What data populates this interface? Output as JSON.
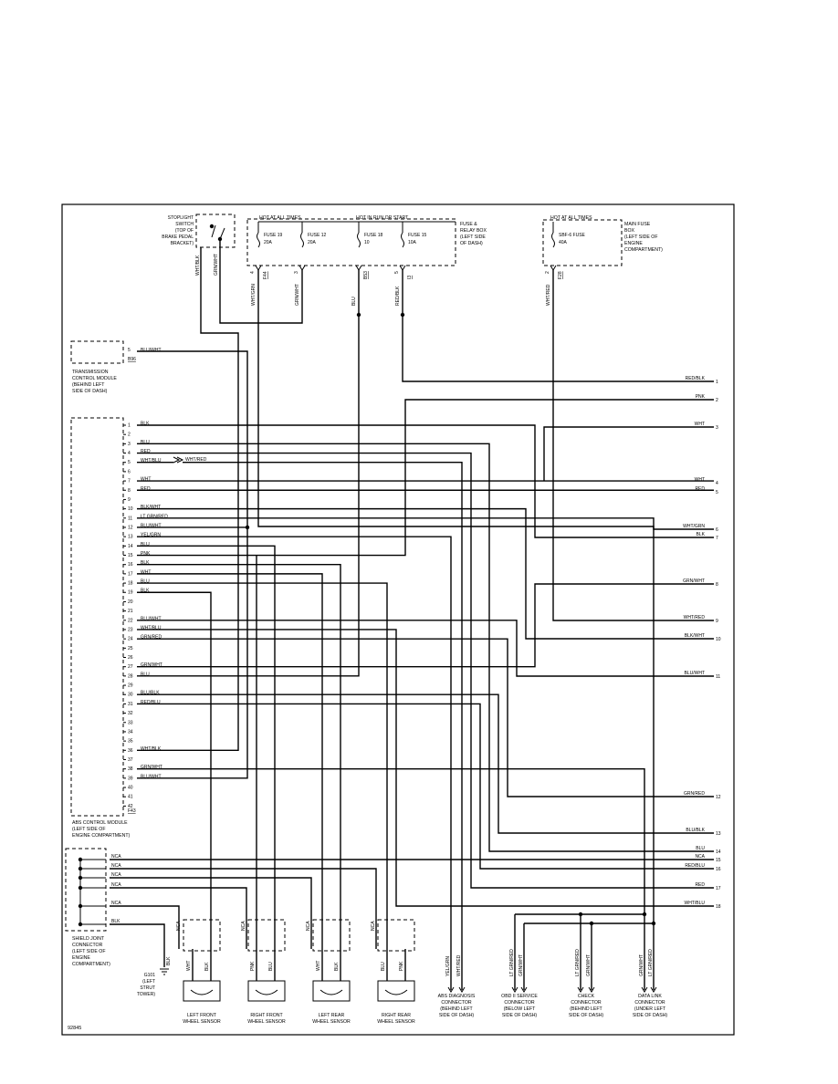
{
  "diagram_id": "92845",
  "power": {
    "hot_at_all_times_left": "HOT AT ALL TIMES",
    "hot_in_run_or_start": "HOT IN RUN OR START",
    "hot_at_all_times_right": "HOT AT ALL TIMES",
    "fuses": [
      {
        "name": "FUSE 19",
        "rating": "20A"
      },
      {
        "name": "FUSE 12",
        "rating": "20A"
      },
      {
        "name": "FUSE 18",
        "rating": "10"
      },
      {
        "name": "FUSE 15",
        "rating": "10A"
      }
    ],
    "fuse_box_label": [
      "FUSE &",
      "RELAY BOX",
      "(LEFT SIDE",
      "OF DASH)"
    ],
    "main_fuse": {
      "name": "SBF-6 FUSE",
      "rating": "40A"
    },
    "main_fuse_box_label": [
      "MAIN FUSE",
      "BOX",
      "(LEFT SIDE OF",
      "ENGINE",
      "COMPARTMENT)"
    ],
    "fuse_pins": [
      {
        "pin": "4",
        "conn": "F44",
        "wire": "WHT/GRN"
      },
      {
        "pin": "3",
        "conn": "",
        "wire": "GRN/WHT"
      },
      {
        "pin": "",
        "conn": "B53",
        "wire": "BLU"
      },
      {
        "pin": "5",
        "conn": "I3",
        "wire": "RED/BLK"
      }
    ],
    "main_fuse_pin": {
      "pin": "2",
      "conn": "F28",
      "wire": "WHT/RED"
    }
  },
  "stoplight_switch": {
    "label": [
      "STOPLIGHT",
      "SWITCH",
      "(TOP OF",
      "BRAKE PEDAL",
      "BRACKET)"
    ],
    "wires": [
      "WHT/BLK",
      "GRN/WHT"
    ]
  },
  "tcm": {
    "label": [
      "TRANSMISSION",
      "CONTROL MODULE",
      "(BEHIND LEFT",
      "SIDE OF DASH)"
    ],
    "pin": "5",
    "wire": "BLU/WHT",
    "conn": "B96"
  },
  "abs_module": {
    "label": [
      "ABS CONTROL MODULE",
      "(LEFT SIDE OF",
      "ENGINE COMPARTMENT)"
    ],
    "conn": "F43",
    "pins": [
      {
        "n": "1",
        "w": "BLK"
      },
      {
        "n": "2",
        "w": ""
      },
      {
        "n": "3",
        "w": "BLU"
      },
      {
        "n": "4",
        "w": "RED"
      },
      {
        "n": "5",
        "w": "WHT/BLU"
      },
      {
        "n": "6",
        "w": ""
      },
      {
        "n": "7",
        "w": "WHT"
      },
      {
        "n": "8",
        "w": "RED"
      },
      {
        "n": "9",
        "w": ""
      },
      {
        "n": "10",
        "w": "BLK/WHT"
      },
      {
        "n": "11",
        "w": "LT GRN/RED"
      },
      {
        "n": "12",
        "w": "BLU/WHT"
      },
      {
        "n": "13",
        "w": "YEL/GRN"
      },
      {
        "n": "14",
        "w": "BLU"
      },
      {
        "n": "15",
        "w": "PNK"
      },
      {
        "n": "16",
        "w": "BLK"
      },
      {
        "n": "17",
        "w": "WHT"
      },
      {
        "n": "18",
        "w": "BLU"
      },
      {
        "n": "19",
        "w": "BLK"
      },
      {
        "n": "20",
        "w": ""
      },
      {
        "n": "21",
        "w": ""
      },
      {
        "n": "22",
        "w": "BLU/WHT"
      },
      {
        "n": "23",
        "w": "WHT/BLU"
      },
      {
        "n": "24",
        "w": "GRN/RED"
      },
      {
        "n": "25",
        "w": ""
      },
      {
        "n": "26",
        "w": ""
      },
      {
        "n": "27",
        "w": "GRN/WHT"
      },
      {
        "n": "28",
        "w": "BLU"
      },
      {
        "n": "29",
        "w": ""
      },
      {
        "n": "30",
        "w": "BLU/BLK"
      },
      {
        "n": "31",
        "w": "RED/BLU"
      },
      {
        "n": "32",
        "w": ""
      },
      {
        "n": "33",
        "w": ""
      },
      {
        "n": "34",
        "w": ""
      },
      {
        "n": "35",
        "w": ""
      },
      {
        "n": "36",
        "w": "WHT/BLK"
      },
      {
        "n": "37",
        "w": ""
      },
      {
        "n": "38",
        "w": "GRN/WHT"
      },
      {
        "n": "39",
        "w": "BLU/WHT"
      },
      {
        "n": "40",
        "w": ""
      },
      {
        "n": "41",
        "w": ""
      },
      {
        "n": "42",
        "w": ""
      }
    ],
    "pin5_splice_wire": "WHT/RED"
  },
  "right_terminals": [
    {
      "n": "1",
      "w": "RED/BLK"
    },
    {
      "n": "2",
      "w": "PNK"
    },
    {
      "n": "3",
      "w": "WHT"
    },
    {
      "n": "4",
      "w": "WHT"
    },
    {
      "n": "5",
      "w": "RED"
    },
    {
      "n": "6",
      "w": "WHT/GRN"
    },
    {
      "n": "7",
      "w": "BLK"
    },
    {
      "n": "8",
      "w": "GRN/WHT"
    },
    {
      "n": "9",
      "w": "WHT/RED"
    },
    {
      "n": "10",
      "w": "BLK/WHT"
    },
    {
      "n": "11",
      "w": "BLU/WHT"
    },
    {
      "n": "12",
      "w": "GRN/RED"
    },
    {
      "n": "13",
      "w": "BLU/BLK"
    },
    {
      "n": "14",
      "w": "BLU"
    },
    {
      "n": "15",
      "w": "NCA"
    },
    {
      "n": "16",
      "w": "RED/BLU"
    },
    {
      "n": "17",
      "w": "RED"
    },
    {
      "n": "18",
      "w": "WHT/BLU"
    }
  ],
  "shield_joint": {
    "label": [
      "SHIELD JOINT",
      "CONNECTOR",
      "(LEFT SIDE OF",
      "ENGINE",
      "COMPARTMENT)"
    ],
    "wires": [
      "NCA",
      "NCA",
      "NCA",
      "NCA",
      "NCA",
      "BLK"
    ]
  },
  "ground": {
    "id": "G101",
    "label": [
      "(LEFT",
      "STRUT",
      "TOWER)"
    ],
    "wire": "BLK"
  },
  "sensors": [
    {
      "label": [
        "LEFT FRONT",
        "WHEEL SENSOR"
      ],
      "wires": [
        "WHT",
        "BLK"
      ],
      "shield": "NCA"
    },
    {
      "label": [
        "RIGHT FRONT",
        "WHEEL SENSOR"
      ],
      "wires": [
        "PNK",
        "BLU"
      ],
      "shield": "NCA"
    },
    {
      "label": [
        "LEFT REAR",
        "WHEEL SENSOR"
      ],
      "wires": [
        "WHT",
        "BLK"
      ],
      "shield": "NCA"
    },
    {
      "label": [
        "RIGHT REAR",
        "WHEEL SENSOR"
      ],
      "wires": [
        "BLU",
        "PNK"
      ],
      "shield": "NCA"
    }
  ],
  "bottom_connectors": [
    {
      "label": [
        "ABS DIAGNOSIS",
        "CONNECTOR",
        "(BEHIND LEFT",
        "SIDE OF DASH)"
      ],
      "wires": [
        "YEL/GRN",
        "WHT/RED"
      ]
    },
    {
      "label": [
        "OBD II SERVICE",
        "CONNECTOR",
        "(BELOW LEFT",
        "SIDE OF DASH)"
      ],
      "wires": [
        "LT GRN/RED",
        "GRN/WHT"
      ]
    },
    {
      "label": [
        "CHECK",
        "CONNECTOR",
        "(BEHIND LEFT",
        "SIDE OF DASH)"
      ],
      "wires": [
        "LT GRN/RED",
        "GRN/WHT"
      ]
    },
    {
      "label": [
        "DATA LINK",
        "CONNECTOR",
        "(UNDER LEFT",
        "SIDE OF DASH)"
      ],
      "wires": [
        "GRN/WHT",
        "LT GRN/RED"
      ]
    }
  ]
}
